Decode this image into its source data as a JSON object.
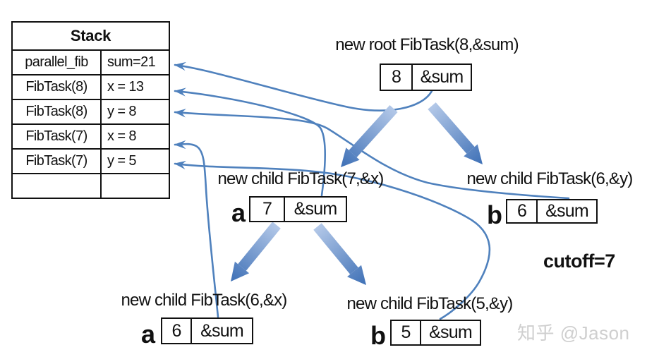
{
  "colors": {
    "line_blue": "#4f81bd",
    "spawn_arrow_light": "#b3c8e8",
    "spawn_arrow_dark": "#3e70b6",
    "border_black": "#111111",
    "watermark_gray": "#cfcfcf"
  },
  "stack": {
    "title": "Stack",
    "rows": [
      {
        "frame": "parallel_fib",
        "value": "sum=21"
      },
      {
        "frame": "FibTask(8)",
        "value": "x = 13"
      },
      {
        "frame": "FibTask(8)",
        "value": "y = 8"
      },
      {
        "frame": "FibTask(7)",
        "value": "x = 8"
      },
      {
        "frame": "FibTask(7)",
        "value": "y = 5"
      },
      {
        "frame": "",
        "value": ""
      }
    ]
  },
  "tasks": {
    "root": {
      "label": "new root FibTask(8,&sum)",
      "tag": "",
      "arg": "8",
      "ref": "&sum"
    },
    "child_a1": {
      "label": "new child FibTask(7,&x)",
      "tag": "a",
      "arg": "7",
      "ref": "&sum"
    },
    "child_b1": {
      "label": "new child FibTask(6,&y)",
      "tag": "b",
      "arg": "6",
      "ref": "&sum"
    },
    "child_a2": {
      "label": "new child FibTask(6,&x)",
      "tag": "a",
      "arg": "6",
      "ref": "&sum"
    },
    "child_b2": {
      "label": "new child FibTask(5,&y)",
      "tag": "b",
      "arg": "5",
      "ref": "&sum"
    }
  },
  "annotations": {
    "cutoff": "cutoff=7",
    "watermark": "知乎 @Jason"
  },
  "arrows": {
    "spawn_arrows": [
      "spawn-arrow-root-to-child-a1",
      "spawn-arrow-root-to-child-b1",
      "spawn-arrow-a1-to-child-a2",
      "spawn-arrow-a1-to-child-b2"
    ],
    "pointer_curves": [
      "pointer-curve-root-to-sum21",
      "pointer-curve-a1-to-x13",
      "pointer-curve-b1-to-y8",
      "pointer-curve-a2-to-x8",
      "pointer-curve-b2-to-y5"
    ]
  }
}
